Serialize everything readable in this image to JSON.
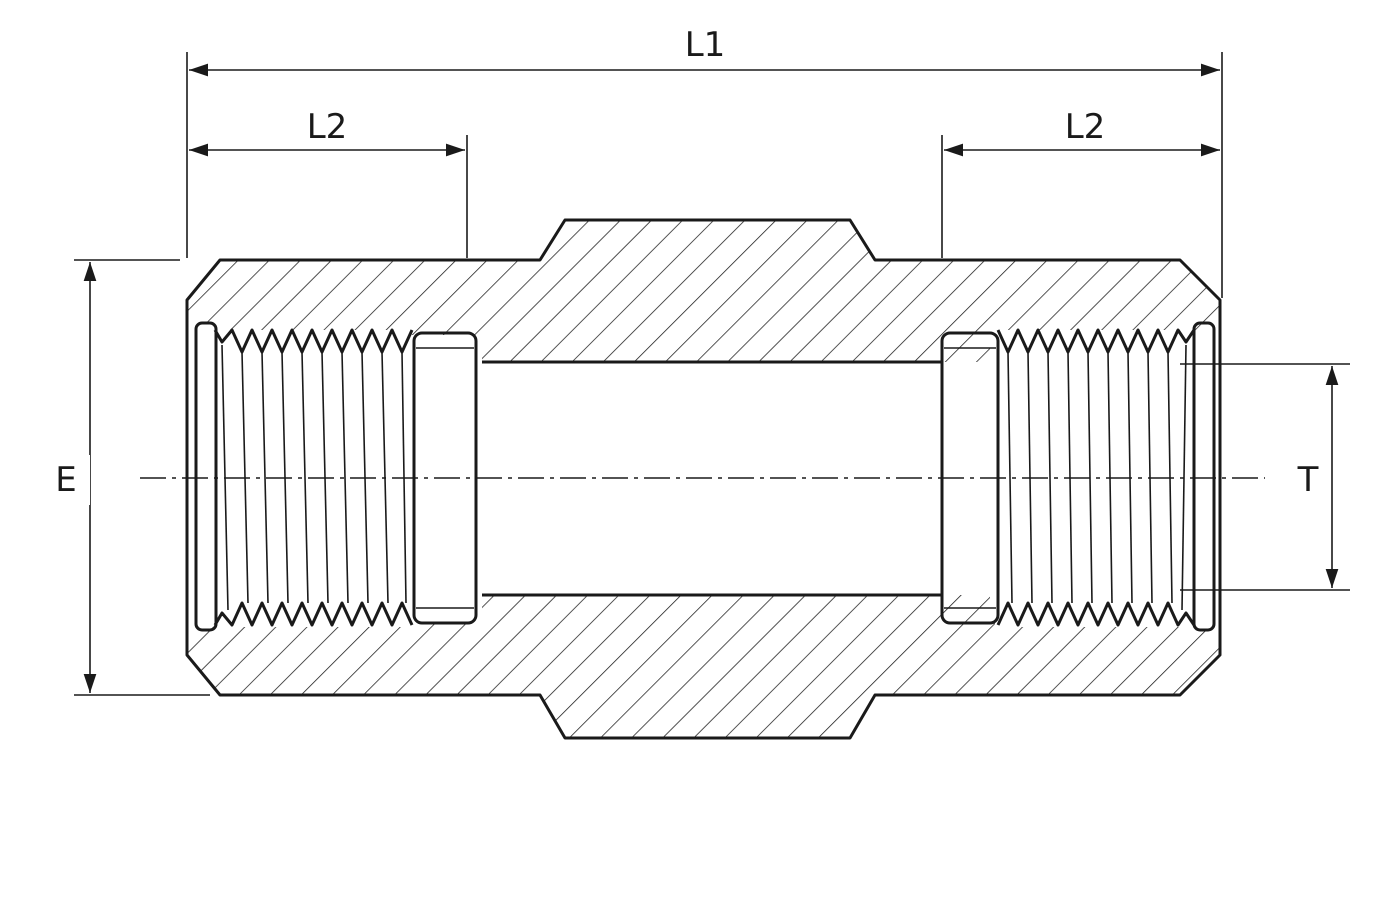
{
  "labels": {
    "overall_length": "L1",
    "thread_length_left": "L2",
    "thread_length_right": "L2",
    "outer_dimension": "E",
    "thread_size": "T"
  },
  "colors": {
    "line": "#1a1a1a",
    "background": "#ffffff"
  }
}
